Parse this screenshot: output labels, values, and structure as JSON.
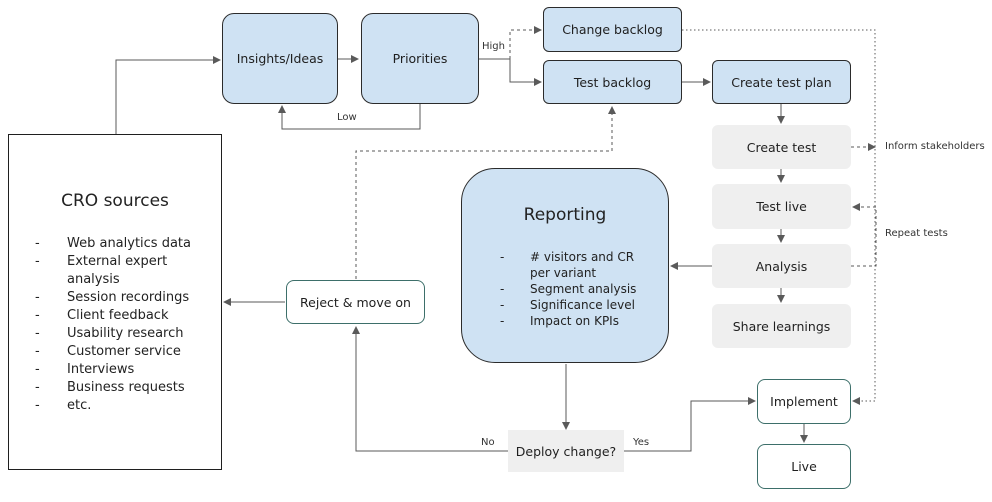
{
  "cro": {
    "title": "CRO sources",
    "items": [
      "Web analytics data",
      "External expert analysis",
      "Session recordings",
      "Client feedback",
      "Usability research",
      "Customer service",
      "Interviews",
      "Business requests",
      "etc."
    ]
  },
  "nodes": {
    "insights": "Insights/Ideas",
    "priorities": "Priorities",
    "change_backlog": "Change backlog",
    "test_backlog": "Test backlog",
    "create_plan": "Create test plan",
    "create_test": "Create test",
    "test_live": "Test live",
    "analysis": "Analysis",
    "share": "Share learnings",
    "reject": "Reject & move on",
    "deploy": "Deploy change?",
    "implement": "Implement",
    "live": "Live"
  },
  "reporting": {
    "title": "Reporting",
    "items": [
      "# visitors and CR per variant",
      "Segment analysis",
      "Significance level",
      "Impact on KPIs"
    ]
  },
  "edge_labels": {
    "high": "High",
    "low": "Low",
    "no": "No",
    "yes": "Yes",
    "inform": "Inform stakeholders",
    "repeat": "Repeat tests"
  },
  "colors": {
    "blue_fill": "#cfe2f3",
    "grey_fill": "#efefef",
    "outline_teal": "#3d6f6a",
    "edge": "#5a5a5a"
  }
}
